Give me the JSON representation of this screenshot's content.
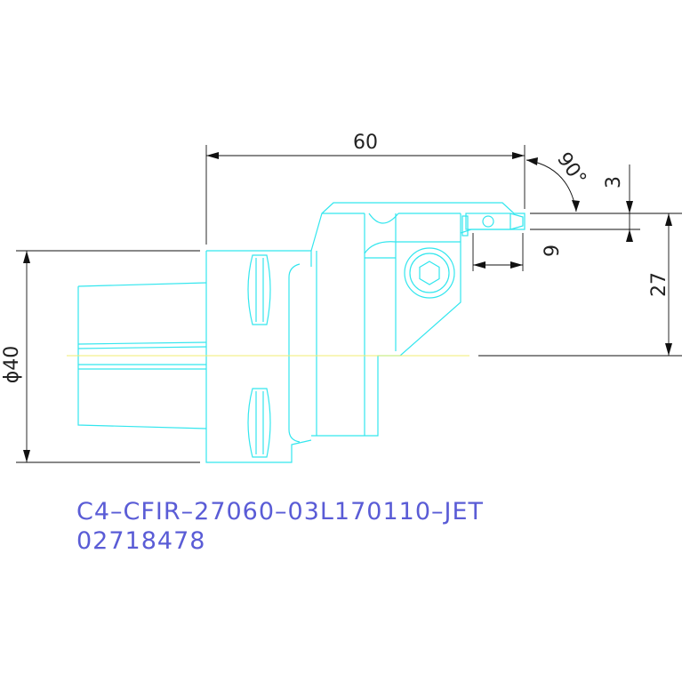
{
  "colors": {
    "part_outline": "#33e6ee",
    "dimension": "#111111",
    "centerline": "#f0ee70",
    "label": "#5a5cd6"
  },
  "dimensions": {
    "length": "60",
    "angle": "90°",
    "insert_width": "3",
    "insert_offset": "9",
    "height": "27",
    "diameter": "ϕ40"
  },
  "labels": {
    "part_code": "C4–CFIR–27060–03L170110–JET",
    "part_number": "02718478"
  }
}
